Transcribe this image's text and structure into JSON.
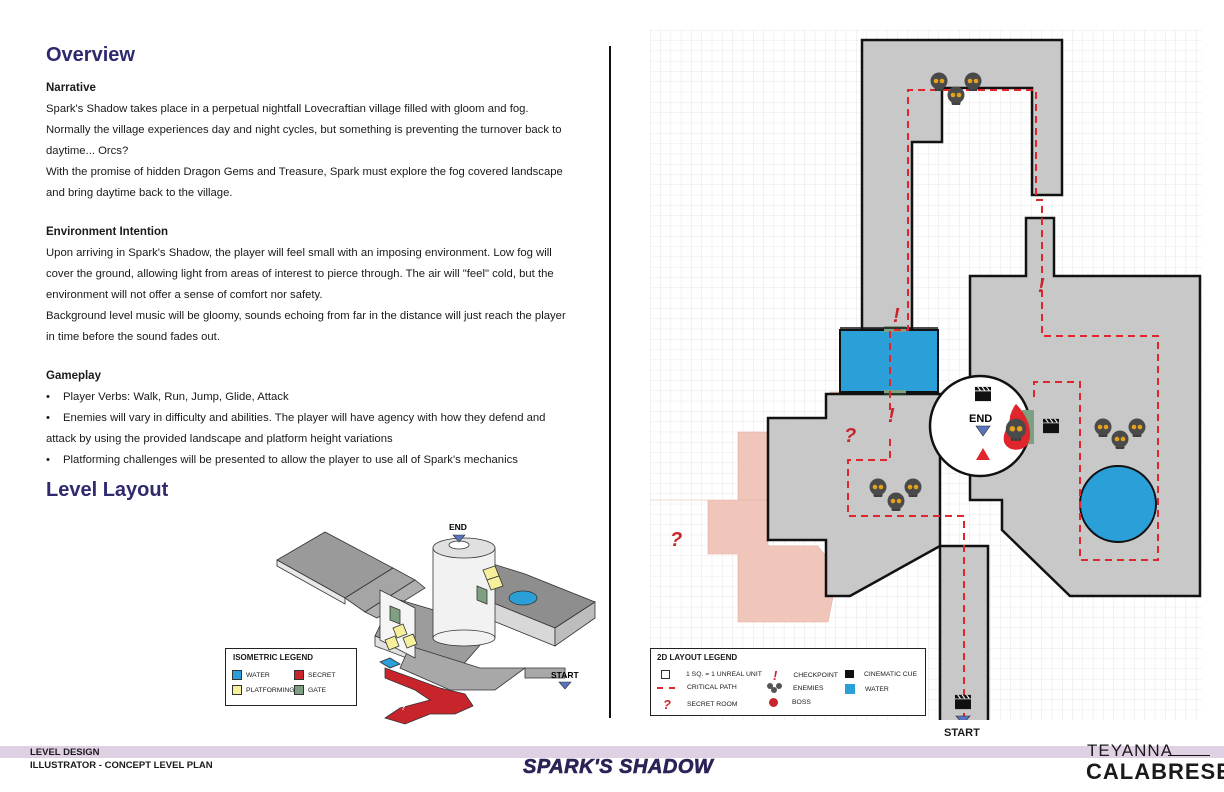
{
  "overview": {
    "title": "Overview",
    "narrative_heading": "Narrative",
    "narrative_lines": [
      "Spark's Shadow takes place in a perpetual nightfall Lovecraftian village filled with gloom and fog.",
      "Normally the village experiences day and night cycles, but something is preventing the turnover back to",
      "daytime... Orcs?",
      "With the promise of hidden Dragon Gems and Treasure, Spark must explore the fog covered landscape",
      "and bring daytime back to the village."
    ],
    "environment_heading": "Environment Intention",
    "environment_lines": [
      "Upon arriving in Spark's Shadow, the player will feel small with an imposing environment. Low fog will",
      "cover the ground, allowing light from areas of interest to pierce through. The air will \"feel\" cold, but the",
      "environment will not offer a sense of comfort nor safety.",
      "Background level music will be gloomy, sounds echoing from far in the distance will just reach the player",
      "in time before the sound fades out."
    ],
    "gameplay_heading": "Gameplay",
    "gameplay_bullets": [
      "Player Verbs: Walk, Run, Jump, Glide, Attack",
      "Enemies will vary in difficulty and abilities. The player will have agency with how they defend and",
      "Platforming challenges will be presented to allow the player to use all of Spark's mechanics"
    ],
    "gameplay_continuation": "attack by using the provided landscape and platform height variations",
    "bullet_glyph": "•"
  },
  "level_layout": {
    "title": "Level Layout",
    "iso_end_label": "END",
    "iso_start_label": "START",
    "iso_legend": {
      "title": "ISOMETRIC LEGEND",
      "water": "WATER",
      "secret": "SECRET",
      "platforming": "PLATFORMING",
      "gate": "GATE"
    }
  },
  "map": {
    "end_label": "END",
    "start_label": "START",
    "secret_glyph": "?",
    "checkpoint_glyph": "!",
    "legend": {
      "title": "2D LAYOUT LEGEND",
      "unit": "1 SQ. = 1 UNREAL UNIT",
      "critical_path": "CRITICAL PATH",
      "secret_room": "SECRET ROOM",
      "checkpoint": "CHECKPOINT",
      "enemies": "ENEMIES",
      "boss": "BOSS",
      "cinematic": "CINEMATIC CUE",
      "water": "WATER"
    }
  },
  "colors": {
    "heading": "#2e2a6e",
    "water": "#2a9fd8",
    "secret": "#c8242c",
    "platforming": "#f6ef9c",
    "gate": "#7e9f82",
    "ground": "#c8c8c8",
    "secret_area": "#f0c4b8",
    "path": "#e0262c"
  },
  "footer": {
    "line1": "LEVEL DESIGN",
    "line2": "ILLUSTRATOR - CONCEPT LEVEL PLAN",
    "title": "SPARK'S SHADOW",
    "author_first": "TEYANNA",
    "author_last": "CALABRESE"
  }
}
